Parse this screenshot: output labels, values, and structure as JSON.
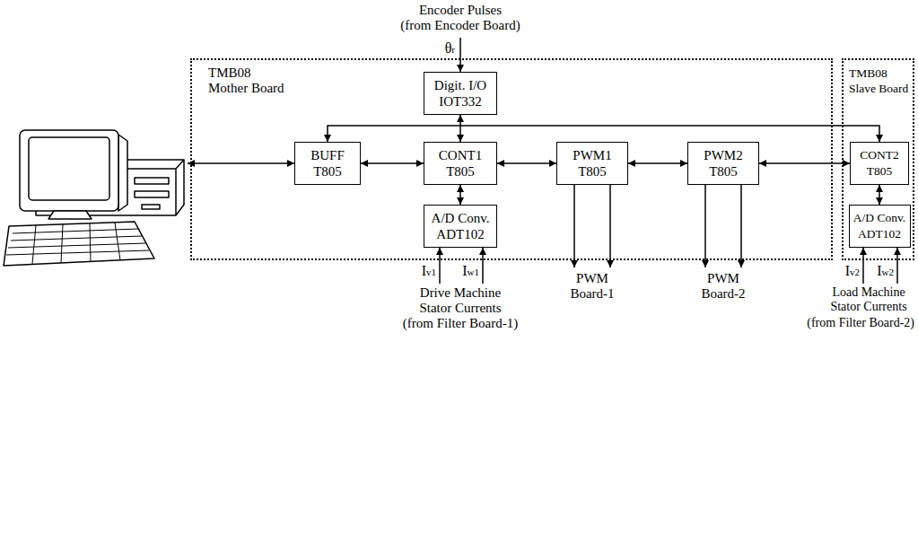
{
  "diagram": {
    "nodes": [
      {
        "text": [
          "TMB08 Mother Board"
        ]
      },
      {
        "text": [
          "Digit. I/O",
          "IOT332"
        ],
        "in": 0
      },
      {
        "text": [
          "BUFF",
          "T805"
        ],
        "in": 0
      },
      {
        "text": [
          "CONT1",
          "T805"
        ],
        "in": 0
      },
      {
        "text": [
          "PWM1",
          "T805"
        ],
        "in": 0
      },
      {
        "text": [
          "PWM2",
          "T805"
        ],
        "in": 0
      },
      {
        "text": [
          "A/D Conv.",
          "ADT102"
        ],
        "in": 0
      },
      {
        "text": [
          "TMB08 Slave Board"
        ]
      },
      {
        "text": [
          "CONT2",
          "T805"
        ],
        "in": 7
      },
      {
        "text": [
          "A/D Conv.",
          "ADT102"
        ],
        "in": 7
      }
    ],
    "edges": [
      {
        "from": 2,
        "to": 8,
        "arrow": "both"
      },
      {
        "from": 1,
        "to": 3,
        "arrow": "both"
      },
      {
        "from": 2,
        "to": 3,
        "arrow": "both"
      },
      {
        "from": 3,
        "to": 4,
        "arrow": "both"
      },
      {
        "from": 4,
        "to": 5,
        "arrow": "both"
      },
      {
        "from": 5,
        "to": 8,
        "arrow": "both"
      },
      {
        "from": 3,
        "to": 6,
        "arrow": "both"
      },
      {
        "from": 8,
        "to": 9,
        "arrow": "both"
      }
    ],
    "labels": [
      "Encoder Pulses",
      "(from Encoder Board)",
      "θr",
      "Iv1",
      "Iw1",
      "Drive Machine Stator Currents",
      "(from Filter Board-1)",
      "PWM Board-1",
      "PWM Board-2",
      "Iv2",
      "Iw2",
      "Load Machine Stator Currents",
      "(from Filter Board-2)"
    ]
  }
}
